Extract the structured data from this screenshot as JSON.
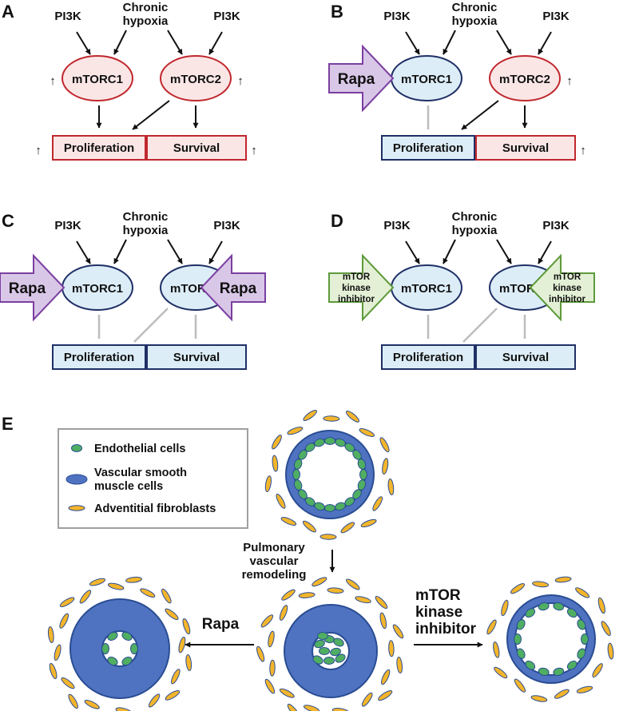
{
  "colors": {
    "active_border": "#c0282d",
    "active_fill": "#fbe6e6",
    "inactive_border": "#1f2f66",
    "inactive_fill": "#dcedf7",
    "rapa_arrow_border": "#7b3fa0",
    "rapa_arrow_fill": "#d9c7e8",
    "kinase_arrow_border": "#5d9a3a",
    "kinase_arrow_fill": "#e3f0d5",
    "vsm_fill": "#4f73c1",
    "vsm_border": "#2a4d93",
    "endothelial_fill": "#4fae62",
    "fibroblast_fill": "#f3b52c",
    "legend_border": "#a0a0a0",
    "link_grey": "#bdbdbd"
  },
  "common": {
    "pi3k": "PI3K",
    "hypoxia_line1": "Chronic",
    "hypoxia_line2": "hypoxia",
    "mtorc1": "mTORC1",
    "mtorc2": "mTORC2",
    "proliferation": "Proliferation",
    "survival": "Survival",
    "up_arrow": "↑"
  },
  "panels": [
    {
      "letter": "A",
      "rapa_arrows": [],
      "kinase_arrows": [],
      "mtorc1_active": true,
      "mtorc2_active": true,
      "proliferation_active": true,
      "survival_active": true
    },
    {
      "letter": "B",
      "rapa_arrows": [
        "left"
      ],
      "kinase_arrows": [],
      "mtorc1_active": false,
      "mtorc2_active": true,
      "proliferation_active": false,
      "survival_active": true
    },
    {
      "letter": "C",
      "rapa_arrows": [
        "left",
        "right"
      ],
      "kinase_arrows": [],
      "mtorc1_active": false,
      "mtorc2_active": false,
      "proliferation_active": false,
      "survival_active": false
    },
    {
      "letter": "D",
      "rapa_arrows": [],
      "kinase_arrows": [
        "left",
        "right"
      ],
      "mtorc1_active": false,
      "mtorc2_active": false,
      "proliferation_active": false,
      "survival_active": false
    }
  ],
  "drugs": {
    "rapa": "Rapa",
    "kinase_line1": "mTOR",
    "kinase_line2": "kinase",
    "kinase_line3": "inhibitor"
  },
  "panel_e": {
    "letter": "E",
    "legend": {
      "endothelial": "Endothelial cells",
      "vsm_line1": "Vascular smooth",
      "vsm_line2": "muscle cells",
      "fibroblasts": "Adventitial fibroblasts"
    },
    "remodeling_line1": "Pulmonary",
    "remodeling_line2": "vascular",
    "remodeling_line3": "remodeling",
    "rapa": "Rapa",
    "kinase_line1": "mTOR",
    "kinase_line2": "kinase",
    "kinase_line3": "inhibitor"
  }
}
